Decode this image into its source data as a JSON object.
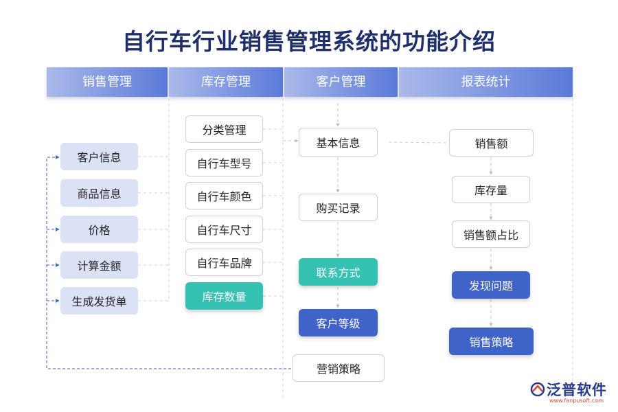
{
  "title": "自行车行业销售管理系统的功能介绍",
  "columns": [
    "销售管理",
    "库存管理",
    "客户管理",
    "报表统计"
  ],
  "sales": [
    "客户信息",
    "商品信息",
    "价格",
    "计算金额",
    "生成发货单"
  ],
  "inventory": [
    "分类管理",
    "自行车型号",
    "自行车颜色",
    "自行车尺寸",
    "自行车品牌",
    "库存数量"
  ],
  "customer": [
    "基本信息",
    "购买记录",
    "联系方式",
    "客户等级",
    "营销策略"
  ],
  "reports": [
    "销售额",
    "库存量",
    "销售额占比",
    "发现问题",
    "销售策略"
  ],
  "logo": {
    "name": "泛普软件",
    "url": "www.fanpusoft.com"
  },
  "colors": {
    "title": "#1f2f6b",
    "teal": "#36c2b3",
    "navy": "#3f63c8",
    "light": "#dbe2f6",
    "header": "#5b7ad9"
  }
}
